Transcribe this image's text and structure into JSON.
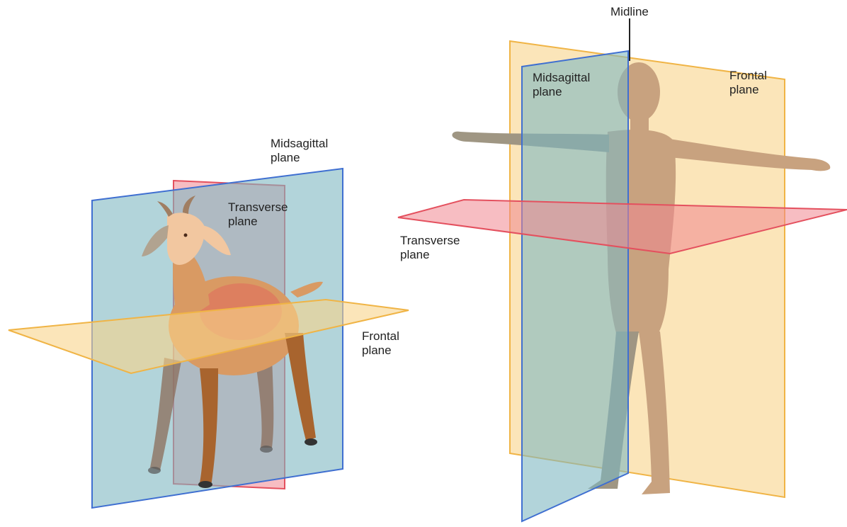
{
  "colors": {
    "sagittal_fill": "#7fb8c2",
    "sagittal_edge": "#3f6fd1",
    "transverse_fill": "#f1878f",
    "transverse_edge": "#e4505e",
    "frontal_fill": "#f8d48a",
    "frontal_edge": "#f0b445",
    "goat_body": "#d99a63",
    "goat_leg": "#a8642e",
    "human_skin": "#c8a27f"
  },
  "goat": {
    "midsagittal": [
      "Midsagittal",
      "plane"
    ],
    "transverse": [
      "Transverse",
      "plane"
    ],
    "frontal": [
      "Frontal",
      "plane"
    ]
  },
  "human": {
    "midline": "Midline",
    "midsagittal": [
      "Midsagittal",
      "plane"
    ],
    "frontal": [
      "Frontal",
      "plane"
    ],
    "transverse": [
      "Transverse",
      "plane"
    ]
  }
}
